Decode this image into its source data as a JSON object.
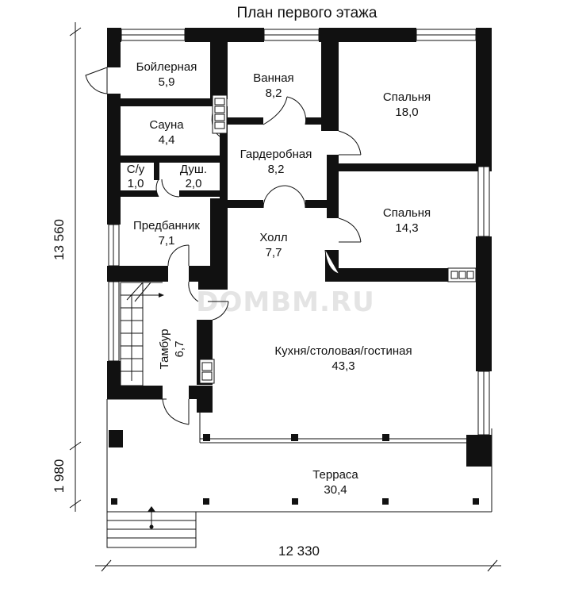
{
  "title": "План первого этажа",
  "watermark": "DOMBM.RU",
  "dimensions": {
    "width": "12 330",
    "height_main": "13 560",
    "height_terrace": "1 980"
  },
  "rooms": {
    "boiler": {
      "name": "Бойлерная",
      "area": "5,9"
    },
    "bath": {
      "name": "Ванная",
      "area": "8,2"
    },
    "bedroom1": {
      "name": "Спальня",
      "area": "18,0"
    },
    "sauna": {
      "name": "Сауна",
      "area": "4,4"
    },
    "wardrobe": {
      "name": "Гардеробная",
      "area": "8,2"
    },
    "wc": {
      "name": "С/у",
      "area": "1,0"
    },
    "shower": {
      "name": "Душ.",
      "area": "2,0"
    },
    "bedroom2": {
      "name": "Спальня",
      "area": "14,3"
    },
    "anteroom": {
      "name": "Предбанник",
      "area": "7,1"
    },
    "hall": {
      "name": "Холл",
      "area": "7,7"
    },
    "vestibule": {
      "name": "Тамбур",
      "area": "6,7"
    },
    "living": {
      "name": "Кухня/столовая/гостиная",
      "area": "43,3"
    },
    "terrace": {
      "name": "Терраса",
      "area": "30,4"
    }
  }
}
